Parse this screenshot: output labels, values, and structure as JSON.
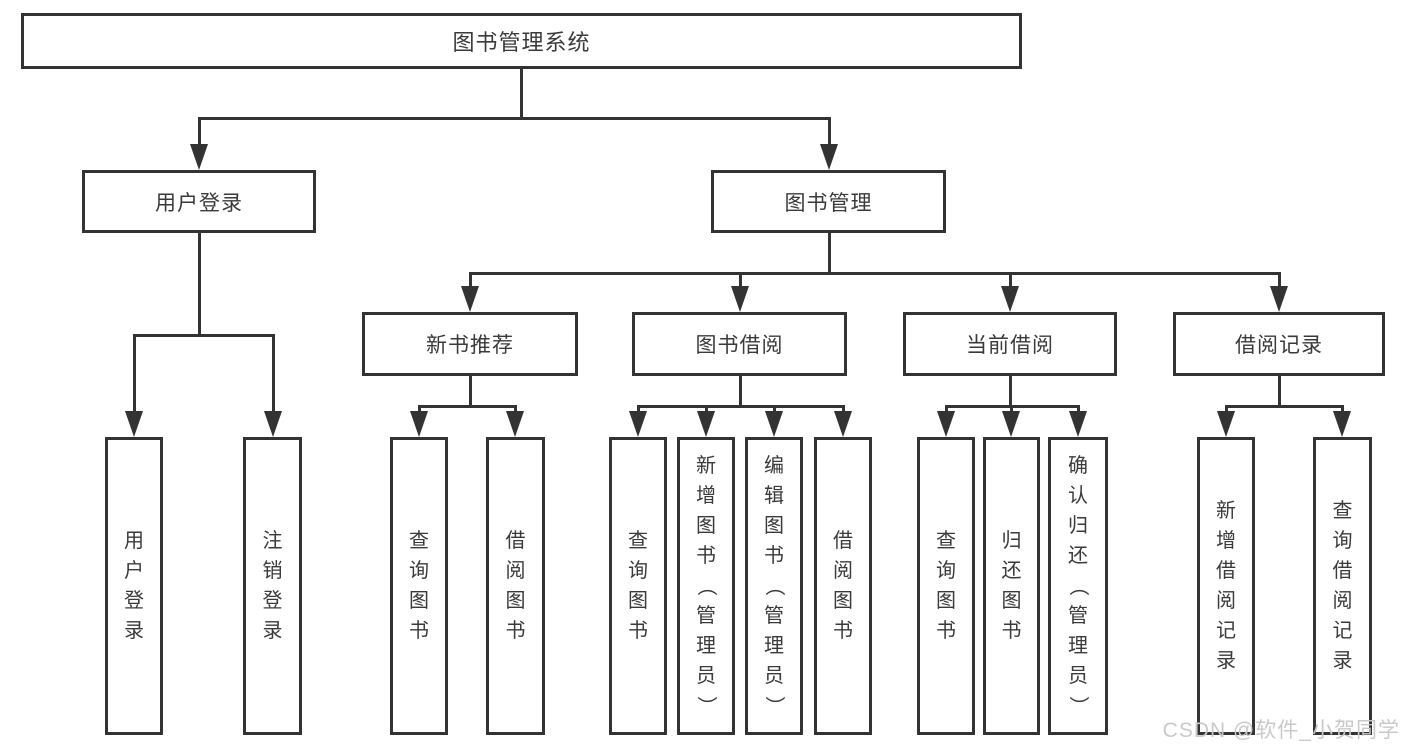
{
  "title": "图书管理系统",
  "nodes": {
    "root": "图书管理系统",
    "user-login": "用户登录",
    "book-manage": "图书管理",
    "leaf-user-login": "用户登录",
    "leaf-logout": "注销登录",
    "new-book-recommend": "新书推荐",
    "book-borrow": "图书借阅",
    "current-borrow": "当前借阅",
    "borrow-records": "借阅记录",
    "rec-query-book": "查询图书",
    "rec-borrow-book": "借阅图书",
    "bor-query-book": "查询图书",
    "bor-add-book": "新增图书（管理员）",
    "bor-edit-book": "编辑图书（管理员）",
    "bor-borrow-book": "借阅图书",
    "cur-query-book": "查询图书",
    "cur-return-book": "归还图书",
    "cur-confirm-return": "确认归还（管理员）",
    "record-add": "新增借阅记录",
    "record-query": "查询借阅记录"
  },
  "edges": [
    [
      "root",
      "user-login"
    ],
    [
      "root",
      "book-manage"
    ],
    [
      "user-login",
      "leaf-user-login"
    ],
    [
      "user-login",
      "leaf-logout"
    ],
    [
      "book-manage",
      "new-book-recommend"
    ],
    [
      "book-manage",
      "book-borrow"
    ],
    [
      "book-manage",
      "current-borrow"
    ],
    [
      "book-manage",
      "borrow-records"
    ],
    [
      "new-book-recommend",
      "rec-query-book"
    ],
    [
      "new-book-recommend",
      "rec-borrow-book"
    ],
    [
      "book-borrow",
      "bor-query-book"
    ],
    [
      "book-borrow",
      "bor-add-book"
    ],
    [
      "book-borrow",
      "bor-edit-book"
    ],
    [
      "book-borrow",
      "bor-borrow-book"
    ],
    [
      "current-borrow",
      "cur-query-book"
    ],
    [
      "current-borrow",
      "cur-return-book"
    ],
    [
      "current-borrow",
      "cur-confirm-return"
    ],
    [
      "borrow-records",
      "record-add"
    ],
    [
      "borrow-records",
      "record-query"
    ]
  ],
  "watermark": {
    "text": "CSDN @软件_小贺同学"
  },
  "colors": {
    "line": "#333333",
    "text": "#3a3a3a",
    "background": "#ffffff",
    "watermark": "#c9c9c9"
  }
}
